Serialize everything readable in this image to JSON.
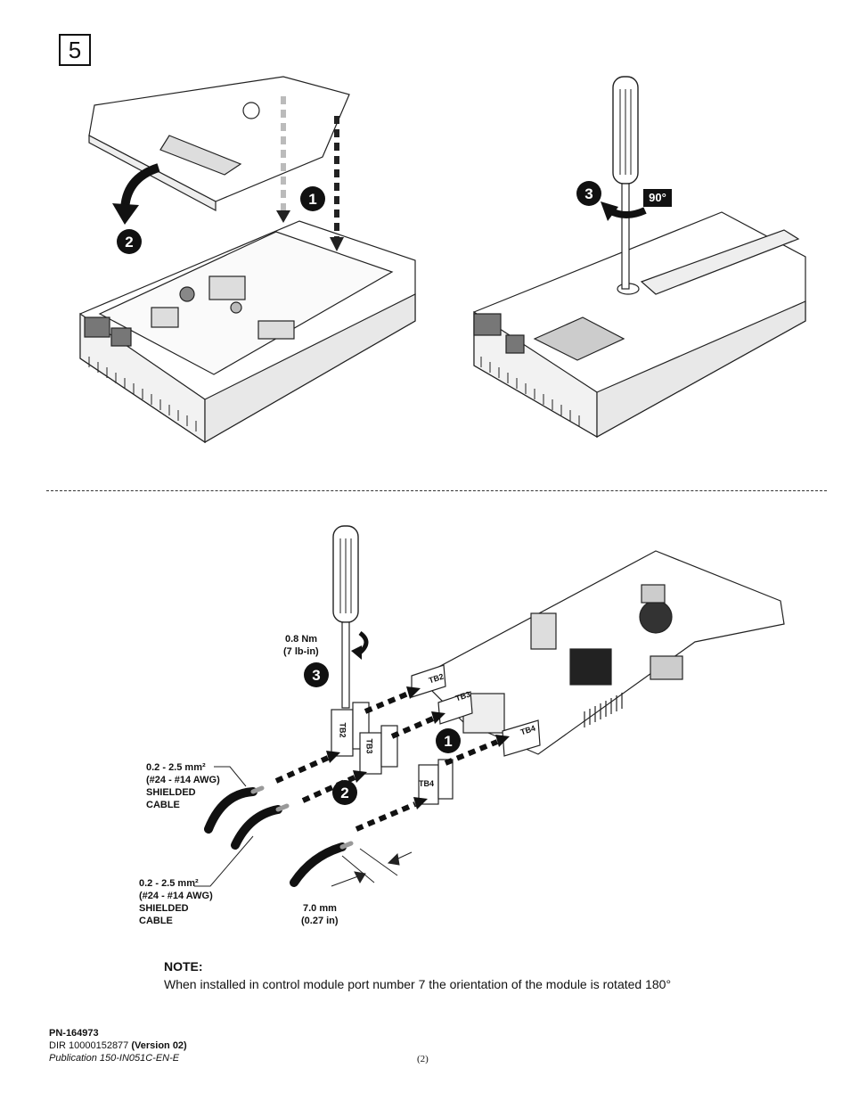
{
  "step_number": "5",
  "top_figure": {
    "callouts": [
      "1",
      "2",
      "3"
    ],
    "angle_label": "90°"
  },
  "bottom_figure": {
    "torque_value": "0.8 Nm",
    "torque_imperial": "(7 lb-in)",
    "callouts": [
      "1",
      "2",
      "3"
    ],
    "terminal_labels": {
      "tb2": "TB2",
      "tb3": "TB3",
      "tb4": "TB4"
    },
    "cable_label_1": {
      "line1": "0.2 - 2.5 mm²",
      "line2": "(#24 - #14 AWG)",
      "line3": "SHIELDED",
      "line4": "CABLE"
    },
    "cable_label_2": {
      "line1": "0.2 - 2.5 mm²",
      "line2": "(#24 - #14 AWG)",
      "line3": "SHIELDED",
      "line4": "CABLE"
    },
    "strip_length": "7.0 mm",
    "strip_length_imperial": "(0.27 in)"
  },
  "note": {
    "title": "NOTE:",
    "text": "When installed in control module port number 7 the orientation of the module is rotated 180°"
  },
  "footer": {
    "part_number": "PN-164973",
    "dir_prefix": "DIR 10000152877 ",
    "version": "(Version 02)",
    "publication": "Publication 150-IN051C-EN-E",
    "page_number": "(2)"
  }
}
